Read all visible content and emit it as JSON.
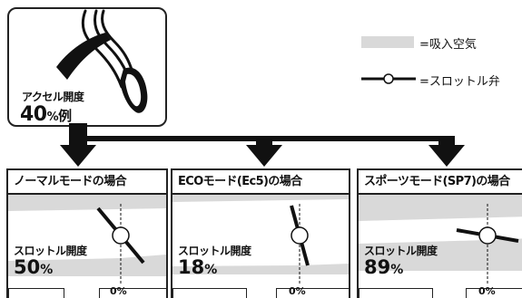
{
  "pedal": {
    "label": "アクセル開度",
    "value": "40",
    "unit": "%",
    "suffix": "例"
  },
  "legend": {
    "air_label": "=吸入空気",
    "valve_label": "=スロットル弁",
    "air_color": "#d9d9d9"
  },
  "panels": [
    {
      "title": "ノーマルモードの場合",
      "op_label": "スロットル開度",
      "value": "50",
      "unit": "%",
      "zero": "0%"
    },
    {
      "title": "ECOモード(Ec5)の場合",
      "op_label": "スロットル開度",
      "value": "18",
      "unit": "%",
      "zero": "0%"
    },
    {
      "title": "スポーツモード(SP7)の場合",
      "op_label": "スロットル開度",
      "value": "89",
      "unit": "%",
      "zero": "0%"
    }
  ]
}
